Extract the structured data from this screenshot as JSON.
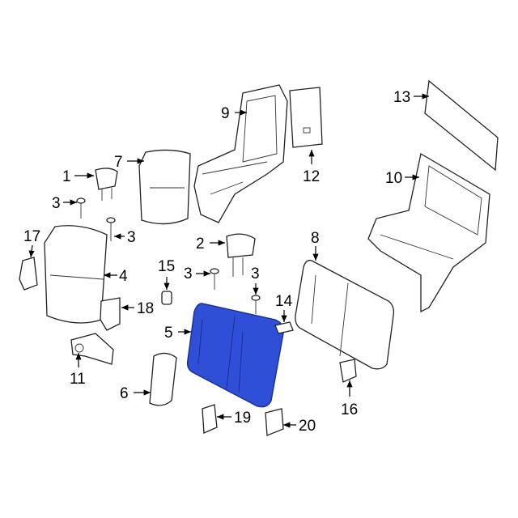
{
  "diagram": {
    "callouts": [
      "1",
      "2",
      "3",
      "3",
      "3",
      "3",
      "4",
      "5",
      "6",
      "7",
      "8",
      "9",
      "10",
      "11",
      "12",
      "13",
      "14",
      "15",
      "16",
      "17",
      "18",
      "19",
      "20"
    ],
    "colors": {
      "highlight": "#2f4fd6",
      "highlight_dark": "#1a2f8f",
      "line": "#222222"
    }
  }
}
